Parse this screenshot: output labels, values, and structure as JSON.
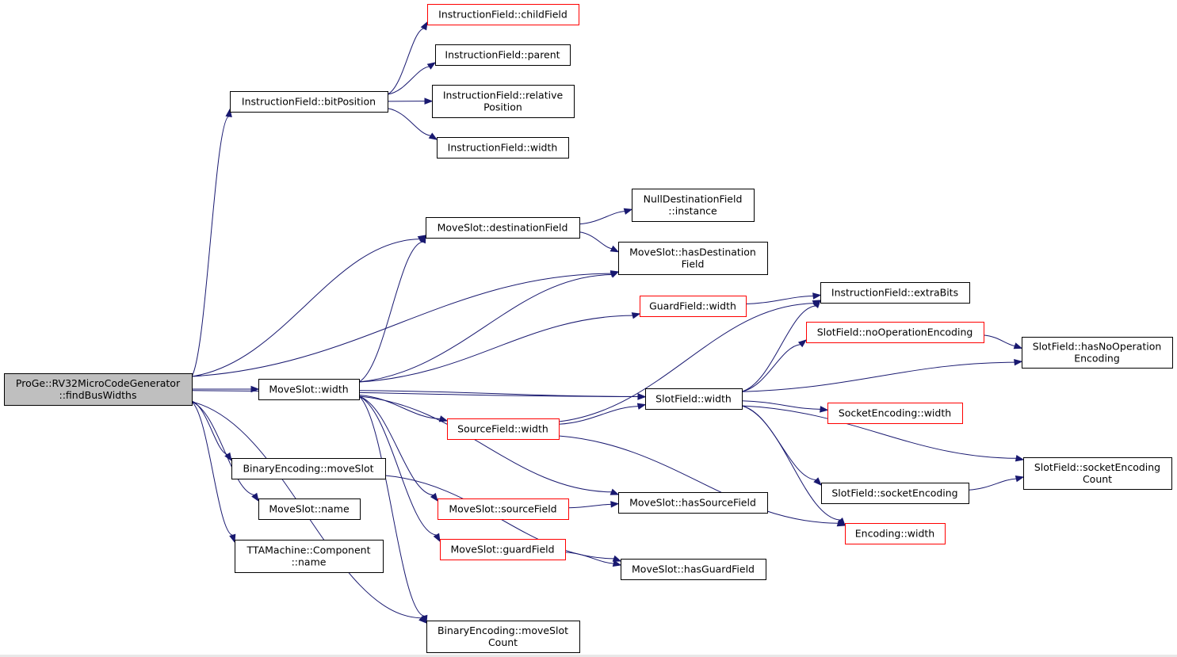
{
  "graph": {
    "root": "n_root",
    "nodes": [
      {
        "id": "n_root",
        "lines": [
          "ProGe::RV32MicroCodeGenerator",
          "::findBusWidths"
        ],
        "style": "root"
      },
      {
        "id": "n_ifchild",
        "lines": [
          "InstructionField::childField"
        ],
        "style": "red"
      },
      {
        "id": "n_ifparent",
        "lines": [
          "InstructionField::parent"
        ],
        "style": "black"
      },
      {
        "id": "n_ifbitpos",
        "lines": [
          "InstructionField::bitPosition"
        ],
        "style": "black"
      },
      {
        "id": "n_ifrelpos",
        "lines": [
          "InstructionField::relative",
          "Position"
        ],
        "style": "black"
      },
      {
        "id": "n_ifwidth",
        "lines": [
          "InstructionField::width"
        ],
        "style": "black"
      },
      {
        "id": "n_nulldest",
        "lines": [
          "NullDestinationField",
          "::instance"
        ],
        "style": "black"
      },
      {
        "id": "n_msdestfield",
        "lines": [
          "MoveSlot::destinationField"
        ],
        "style": "black"
      },
      {
        "id": "n_mshasdest",
        "lines": [
          "MoveSlot::hasDestination",
          "Field"
        ],
        "style": "black"
      },
      {
        "id": "n_ifextra",
        "lines": [
          "InstructionField::extraBits"
        ],
        "style": "black"
      },
      {
        "id": "n_gfwidth",
        "lines": [
          "GuardField::width"
        ],
        "style": "red"
      },
      {
        "id": "n_sfnoop",
        "lines": [
          "SlotField::noOperationEncoding"
        ],
        "style": "red"
      },
      {
        "id": "n_sfhasnoop",
        "lines": [
          "SlotField::hasNoOperation",
          "Encoding"
        ],
        "style": "black"
      },
      {
        "id": "n_mswidth",
        "lines": [
          "MoveSlot::width"
        ],
        "style": "black"
      },
      {
        "id": "n_sfwidth",
        "lines": [
          "SlotField::width"
        ],
        "style": "black"
      },
      {
        "id": "n_sewidth",
        "lines": [
          "SocketEncoding::width"
        ],
        "style": "red"
      },
      {
        "id": "n_srcwidth",
        "lines": [
          "SourceField::width"
        ],
        "style": "red"
      },
      {
        "id": "n_bemoveslot",
        "lines": [
          "BinaryEncoding::moveSlot"
        ],
        "style": "black"
      },
      {
        "id": "n_sfsockcount",
        "lines": [
          "SlotField::socketEncoding",
          "Count"
        ],
        "style": "black"
      },
      {
        "id": "n_sfsock",
        "lines": [
          "SlotField::socketEncoding"
        ],
        "style": "black"
      },
      {
        "id": "n_mssrcfield",
        "lines": [
          "MoveSlot::sourceField"
        ],
        "style": "red"
      },
      {
        "id": "n_mshassrc",
        "lines": [
          "MoveSlot::hasSourceField"
        ],
        "style": "black"
      },
      {
        "id": "n_msname",
        "lines": [
          "MoveSlot::name"
        ],
        "style": "black"
      },
      {
        "id": "n_encwidth",
        "lines": [
          "Encoding::width"
        ],
        "style": "red"
      },
      {
        "id": "n_ttaname",
        "lines": [
          "TTAMachine::Component",
          "::name"
        ],
        "style": "black"
      },
      {
        "id": "n_msguard",
        "lines": [
          "MoveSlot::guardField"
        ],
        "style": "red"
      },
      {
        "id": "n_mshasguard",
        "lines": [
          "MoveSlot::hasGuardField"
        ],
        "style": "black"
      },
      {
        "id": "n_bemscount",
        "lines": [
          "BinaryEncoding::moveSlot",
          "Count"
        ],
        "style": "black"
      }
    ],
    "edges": [
      [
        "n_root",
        "n_ifbitpos"
      ],
      [
        "n_root",
        "n_mshasdest"
      ],
      [
        "n_root",
        "n_msdestfield"
      ],
      [
        "n_root",
        "n_sfwidth"
      ],
      [
        "n_root",
        "n_mswidth"
      ],
      [
        "n_root",
        "n_bemoveslot"
      ],
      [
        "n_root",
        "n_msname"
      ],
      [
        "n_root",
        "n_ttaname"
      ],
      [
        "n_root",
        "n_bemscount"
      ],
      [
        "n_ifbitpos",
        "n_ifchild"
      ],
      [
        "n_ifbitpos",
        "n_ifparent"
      ],
      [
        "n_ifbitpos",
        "n_ifrelpos"
      ],
      [
        "n_ifbitpos",
        "n_ifwidth"
      ],
      [
        "n_msdestfield",
        "n_nulldest"
      ],
      [
        "n_msdestfield",
        "n_mshasdest"
      ],
      [
        "n_mswidth",
        "n_msdestfield"
      ],
      [
        "n_mswidth",
        "n_mshasdest"
      ],
      [
        "n_mswidth",
        "n_gfwidth"
      ],
      [
        "n_mswidth",
        "n_sfwidth"
      ],
      [
        "n_mswidth",
        "n_srcwidth"
      ],
      [
        "n_mswidth",
        "n_mshassrc"
      ],
      [
        "n_mswidth",
        "n_mssrcfield"
      ],
      [
        "n_mswidth",
        "n_msguard"
      ],
      [
        "n_mswidth",
        "n_bemscount"
      ],
      [
        "n_gfwidth",
        "n_ifextra"
      ],
      [
        "n_sfwidth",
        "n_ifextra"
      ],
      [
        "n_sfwidth",
        "n_sfnoop"
      ],
      [
        "n_sfwidth",
        "n_sfhasnoop"
      ],
      [
        "n_sfwidth",
        "n_sewidth"
      ],
      [
        "n_sfwidth",
        "n_sfsockcount"
      ],
      [
        "n_sfwidth",
        "n_sfsock"
      ],
      [
        "n_sfwidth",
        "n_encwidth"
      ],
      [
        "n_sfnoop",
        "n_sfhasnoop"
      ],
      [
        "n_srcwidth",
        "n_sfwidth"
      ],
      [
        "n_srcwidth",
        "n_ifextra"
      ],
      [
        "n_srcwidth",
        "n_encwidth"
      ],
      [
        "n_sfsock",
        "n_sfsockcount"
      ],
      [
        "n_mssrcfield",
        "n_mshassrc"
      ],
      [
        "n_msguard",
        "n_mshasguard"
      ],
      [
        "n_bemoveslot",
        "n_mshasguard"
      ]
    ]
  }
}
